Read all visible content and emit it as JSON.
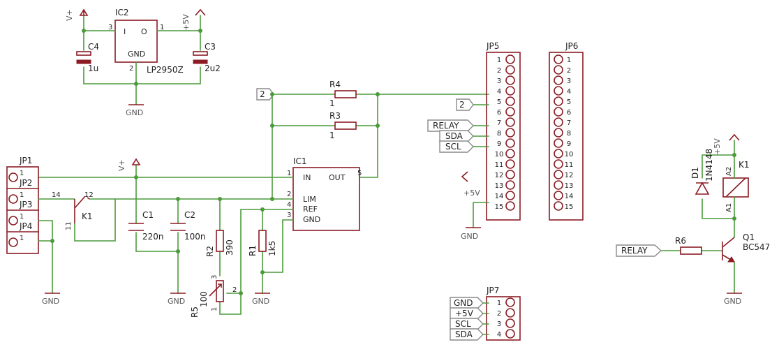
{
  "components": {
    "ic2": {
      "name": "IC2",
      "part": "LP2950Z",
      "pin_i": "I",
      "pin_o": "O",
      "pin_gnd": "GND",
      "pin3": "3",
      "pin1": "1",
      "pin2": "2"
    },
    "c4": {
      "name": "C4",
      "value": "1u"
    },
    "c3": {
      "name": "C3",
      "value": "2u2"
    },
    "r4": {
      "name": "R4",
      "value": "1"
    },
    "r3": {
      "name": "R3",
      "value": "1"
    },
    "ic1": {
      "name": "IC1",
      "pin_in": "IN",
      "pin_out": "OUT",
      "pin_lim": "LIM",
      "pin_ref": "REF",
      "pin_gnd": "GND",
      "pin1": "1",
      "pin2": "2",
      "pin3": "3",
      "pin4": "4",
      "pin5": "5"
    },
    "c1": {
      "name": "C1",
      "value": "220n"
    },
    "c2": {
      "name": "C2",
      "value": "100n"
    },
    "r2": {
      "name": "R2",
      "value": "390"
    },
    "r1": {
      "name": "R1",
      "value": "1k5"
    },
    "r5": {
      "name": "R5",
      "value": "100",
      "pin1": "1",
      "pin2": "2",
      "pin3": "3"
    },
    "k1_switch": {
      "name": "K1",
      "pin14": "14",
      "pin12": "12",
      "pin11": "11"
    },
    "k1_coil": {
      "name": "K1",
      "pin_a2": "A2",
      "pin_a1": "A1"
    },
    "d1": {
      "name": "D1",
      "value": "1N4148"
    },
    "r6": {
      "name": "R6"
    },
    "q1": {
      "name": "Q1",
      "value": "BC547"
    },
    "jp1": {
      "name": "JP1",
      "rows": [
        {
          "pin": "1",
          "label": "JP2"
        },
        {
          "pin": "1",
          "label": "JP3"
        },
        {
          "pin": "1",
          "label": "JP4"
        },
        {
          "pin": "1",
          "label": ""
        }
      ]
    },
    "jp5": {
      "name": "JP5"
    },
    "jp6": {
      "name": "JP6"
    },
    "jp7": {
      "name": "JP7"
    }
  },
  "header_pins": [
    "1",
    "2",
    "3",
    "4",
    "5",
    "6",
    "7",
    "8",
    "9",
    "10",
    "11",
    "12",
    "13",
    "14",
    "15"
  ],
  "jp7_pins": [
    "1",
    "2",
    "3",
    "4"
  ],
  "labels": {
    "v_plus": "V+",
    "plus5v": "+5V",
    "gnd": "GND",
    "net_2": "2",
    "relay": "RELAY",
    "sda": "SDA",
    "scl": "SCL",
    "jp7_gnd": "GND",
    "jp7_5v": "+5V",
    "jp7_scl": "SCL",
    "jp7_sda": "SDA"
  },
  "colors": {
    "wire": "#4c9a3c",
    "part": "#8b1c24",
    "label_box": "#8a8a8a"
  }
}
